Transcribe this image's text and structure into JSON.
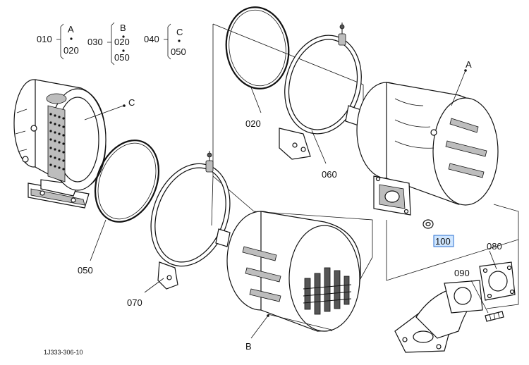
{
  "legend": [
    {
      "code": "010",
      "top": "A",
      "bottom": "020"
    },
    {
      "code": "030",
      "top": "B",
      "middle": "020",
      "bottom": "050"
    },
    {
      "code": "040",
      "top": "C",
      "bottom": "050"
    }
  ],
  "callouts": {
    "A": "A",
    "B": "B",
    "C": "C",
    "p020": "020",
    "p050": "050",
    "p060": "060",
    "p070": "070",
    "p080": "080",
    "p090": "090",
    "p100": "100"
  },
  "drawing_ref": "1J333-306-10",
  "colors": {
    "highlight": "#cfe6ff",
    "highlight_border": "#2a6fd0"
  }
}
